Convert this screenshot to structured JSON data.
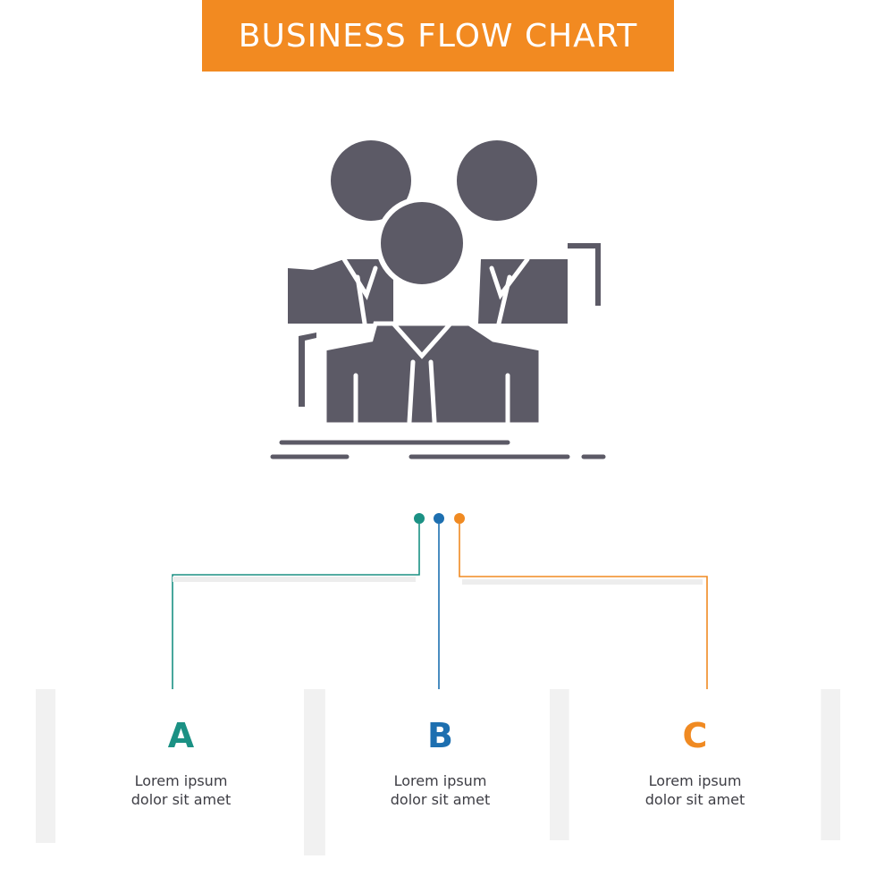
{
  "title": "BUSINESS FLOW CHART",
  "colors": {
    "banner": "#f28a21",
    "icon": "#5c5a66",
    "a": "#1b9184",
    "b": "#1d6fb0",
    "c": "#f08a22"
  },
  "illustration": {
    "icon_name": "team-group-icon"
  },
  "steps": [
    {
      "letter": "A",
      "line1": "Lorem ipsum",
      "line2": "dolor sit amet"
    },
    {
      "letter": "B",
      "line1": "Lorem ipsum",
      "line2": "dolor sit amet"
    },
    {
      "letter": "C",
      "line1": "Lorem ipsum",
      "line2": "dolor sit amet"
    }
  ]
}
